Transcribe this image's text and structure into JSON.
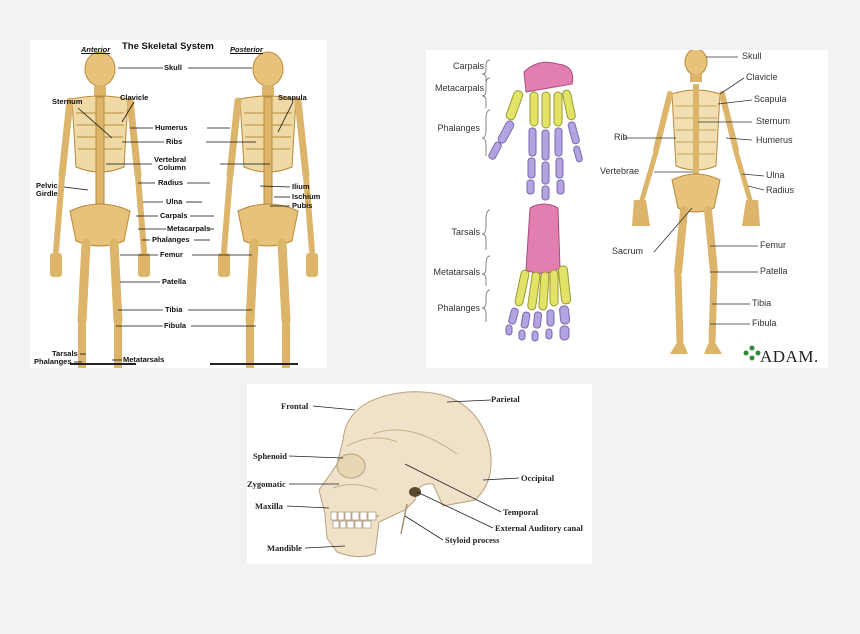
{
  "panel1": {
    "title": "The Skeletal System",
    "anterior": "Anterior",
    "posterior": "Posterior",
    "labels": {
      "skull": "Skull",
      "sternum": "Sternum",
      "clavicle": "Clavicle",
      "scapula": "Scapula",
      "humerus": "Humerus",
      "ribs": "Ribs",
      "vertebral": "Vertebral",
      "column": "Column",
      "pelvic": "Pelvic",
      "girdle": "Girdle",
      "radius": "Radius",
      "ilium": "Ilium",
      "ulna": "Ulna",
      "ischium": "Ischium",
      "pubis": "Pubis",
      "carpals": "Carpals",
      "metacarpals": "Metacarpals",
      "phalanges_hand": "Phalanges",
      "femur": "Femur",
      "patella": "Patella",
      "tibia": "Tibia",
      "fibula": "Fibula",
      "tarsals": "Tarsals",
      "phalanges_foot": "Phalanges",
      "metatarsals": "Metatarsals"
    }
  },
  "panel2": {
    "hand": {
      "carpals": "Carpals",
      "metacarpals": "Metacarpals",
      "phalanges": "Phalanges"
    },
    "foot": {
      "tarsals": "Tarsals",
      "metatarsals": "Metatarsals",
      "phalanges": "Phalanges"
    },
    "skeleton": {
      "skull": "Skull",
      "clavicle": "Clavicle",
      "scapula": "Scapula",
      "rib": "Rib",
      "sternum": "Sternum",
      "humerus": "Humerus",
      "vertebrae": "Vertebrae",
      "ulna": "Ulna",
      "radius": "Radius",
      "sacrum": "Sacrum",
      "femur": "Femur",
      "patella": "Patella",
      "tibia": "Tibia",
      "fibula": "Fibula"
    },
    "brand": "ADAM."
  },
  "panel3": {
    "frontal": "Frontal",
    "parietal": "Parietal",
    "sphenoid": "Sphenoid",
    "occipital": "Occipital",
    "zygomatic": "Zygomatic",
    "temporal": "Temporal",
    "maxilla": "Maxilla",
    "external_auditory": "External Auditory canal",
    "styloid": "Styloid process",
    "mandible": "Mandible"
  },
  "colors": {
    "bone": "#e6c27a",
    "bone_dark": "#b88a3c",
    "carpal_pink": "#e27fb0",
    "metacarpal_yellow": "#e3e36a",
    "phalanx_purple": "#b3a3e0",
    "skull_sketch": "#f0e2c8"
  }
}
